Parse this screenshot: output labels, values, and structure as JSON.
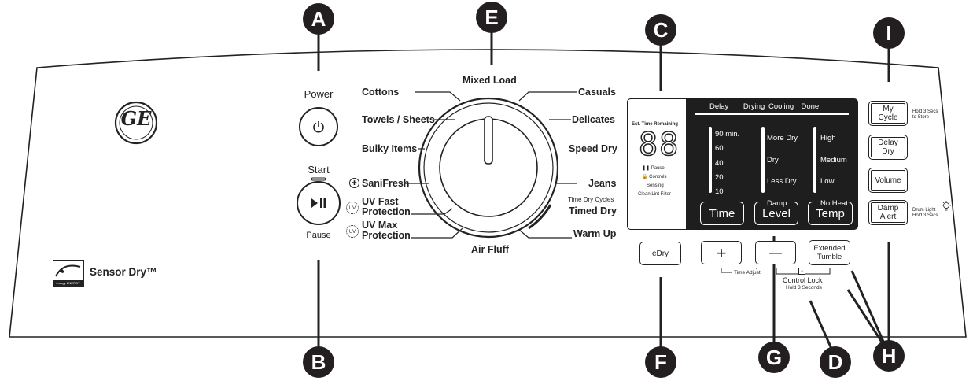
{
  "callouts": [
    "A",
    "B",
    "C",
    "D",
    "E",
    "F",
    "G",
    "H",
    "I"
  ],
  "brand": {
    "logo_text": "GE",
    "sensor_dry": "Sensor Dry™",
    "energy_star_text": "energy ENERGY STAR"
  },
  "power": {
    "label": "Power"
  },
  "start": {
    "label": "Start",
    "pause_label": "Pause"
  },
  "dial": {
    "top": "Mixed Load",
    "bottom": "Air Fluff",
    "left": [
      "Cottons",
      "Towels / Sheets",
      "Bulky Items",
      "SaniFresh"
    ],
    "left_multi": [
      {
        "line1": "UV Fast",
        "line2": "Protection"
      },
      {
        "line1": "UV Max",
        "line2": "Protection"
      }
    ],
    "right": [
      "Casuals",
      "Delicates",
      "Speed Dry",
      "Jeans",
      "Timed Dry",
      "Warm Up"
    ],
    "time_dry_cycles": "Time Dry Cycles"
  },
  "display": {
    "status_header": [
      "Delay",
      "Drying",
      "Cooling",
      "Done"
    ],
    "est_time": "Est. Time Remaining",
    "digits": "88",
    "indicators": [
      "Pause",
      "Controls",
      "Sensing",
      "Clean Lint Filter"
    ],
    "time_options": [
      "90 min.",
      "60",
      "40",
      "20",
      "10"
    ],
    "level_options": [
      "More Dry",
      "Dry",
      "Less Dry",
      "Damp"
    ],
    "temp_options": [
      "High",
      "Medium",
      "Low",
      "No Heat"
    ],
    "buttons": [
      "Time",
      "Level",
      "Temp"
    ]
  },
  "lower_buttons": {
    "edry": "eDry",
    "plus": "+",
    "minus": "—",
    "extended_tumble": {
      "line1": "Extended",
      "line2": "Tumble"
    },
    "time_adjust": "Time Adjust",
    "control_lock": "Control Lock",
    "hold_3_seconds": "Hold 3 Seconds"
  },
  "right_buttons": {
    "my_cycle": {
      "line1": "My",
      "line2": "Cycle"
    },
    "my_cycle_note": {
      "line1": "Hold 3 Secs",
      "line2": "to Store"
    },
    "delay_dry": {
      "line1": "Delay",
      "line2": "Dry"
    },
    "volume": "Volume",
    "damp_alert": {
      "line1": "Damp",
      "line2": "Alert"
    },
    "drum_light_note": {
      "line1": "Drum Light",
      "line2": "Hold 3 Secs"
    }
  }
}
